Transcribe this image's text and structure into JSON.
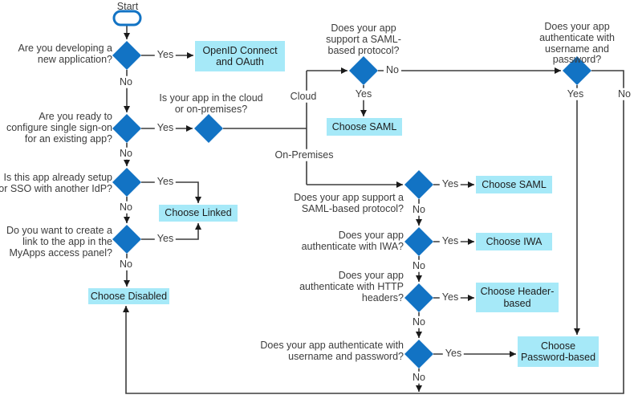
{
  "colors": {
    "diamond": "#1273c4",
    "box-bg": "#a6e9f8",
    "line": "#3d3d3d",
    "text": "#3c3c3c",
    "box-text": "#1c1c1c",
    "accent": "#1273c4"
  },
  "start": {
    "label": "Start"
  },
  "questions": {
    "new_app": "Are you developing a new application?",
    "ready_sso": "Are you ready to configure single sign-on for an existing app?",
    "cloud_or_onprem": "Is your app in the cloud or on-premises?",
    "saml_cloud": "Does your app support a SAML-based protocol?",
    "userpass_cloud": "Does your app authenticate with username and password?",
    "already_sso_idp": "Is this app already setup for SSO with another IdP?",
    "myapps_link": "Do you want to create a link to the app in the MyApps access panel?",
    "saml_onprem": "Does your app support a SAML-based protocol?",
    "iwa": "Does your app authenticate with IWA?",
    "http_headers": "Does your app authenticate with HTTP headers?",
    "userpass_onprem": "Does your app authenticate with username and password?"
  },
  "outcomes": {
    "openid": "OpenID Connect and OAuth",
    "saml_cloud": "Choose SAML",
    "linked": "Choose Linked",
    "disabled": "Choose Disabled",
    "saml_onprem": "Choose SAML",
    "iwa": "Choose IWA",
    "header": "Choose Header-based",
    "password": "Choose Password-based"
  },
  "edge_labels": {
    "yes": "Yes",
    "no": "No",
    "cloud": "Cloud",
    "on_premises": "On-Premises"
  }
}
